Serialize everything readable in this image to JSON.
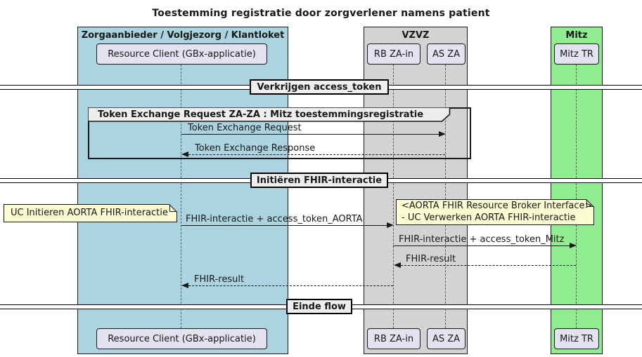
{
  "diagram": {
    "title": "Toestemming registratie door zorgverlener namens patient",
    "groups": [
      {
        "label": "Zorgaanbieder / Volgjezorg / Klantloket",
        "color": "#ABD4E0"
      },
      {
        "label": "VZVZ",
        "color": "#D3D3D3"
      },
      {
        "label": "Mitz",
        "color": "#90EE90"
      }
    ],
    "participants": [
      {
        "label": "Resource Client (GBx-applicatie)",
        "group": "Zorgaanbieder / Volgjezorg / Klantloket"
      },
      {
        "label": "RB ZA-in",
        "group": "VZVZ"
      },
      {
        "label": "AS ZA",
        "group": "VZVZ"
      },
      {
        "label": "Mitz TR",
        "group": "Mitz"
      }
    ],
    "dividers": [
      {
        "label": "Verkrijgen access_token"
      },
      {
        "label": "Initiëren FHIR-interactie"
      },
      {
        "label": "Einde flow"
      }
    ],
    "frame": {
      "title": "Token Exchange Request ZA-ZA : Mitz toestemmingsregistratie"
    },
    "notes": [
      {
        "text": "UC Initieren AORTA FHIR-interactie"
      },
      {
        "line1": "<AORTA FHIR Resource Broker Interface>",
        "line2": "- UC Verwerken AORTA FHIR-interactie"
      }
    ],
    "messages": [
      {
        "label": "Token Exchange Request",
        "from": "Resource Client (GBx-applicatie)",
        "to": "AS ZA",
        "line": "solid"
      },
      {
        "label": "Token Exchange Response",
        "from": "AS ZA",
        "to": "Resource Client (GBx-applicatie)",
        "line": "dashed"
      },
      {
        "label": "FHIR-interactie + access_token_AORTA",
        "from": "Resource Client (GBx-applicatie)",
        "to": "RB ZA-in",
        "line": "solid"
      },
      {
        "label": "FHIR-interactie + access_token_Mitz",
        "from": "RB ZA-in",
        "to": "Mitz TR",
        "line": "solid"
      },
      {
        "label": "FHIR-result",
        "from": "Mitz TR",
        "to": "RB ZA-in",
        "line": "dashed"
      },
      {
        "label": "FHIR-result",
        "from": "RB ZA-in",
        "to": "Resource Client (GBx-applicatie)",
        "line": "dashed"
      }
    ],
    "colors": {
      "zorgaanbieder_box": "#ABD4E0",
      "vzvz_box": "#D3D3D3",
      "mitz_box": "#90EE90",
      "participant_fill": "#E2E2F0",
      "note_fill": "#FCFCD2",
      "divider_fill": "#EEEEEE",
      "frame_header_fill": "#EEEEEE",
      "line_color": "#181818"
    }
  }
}
